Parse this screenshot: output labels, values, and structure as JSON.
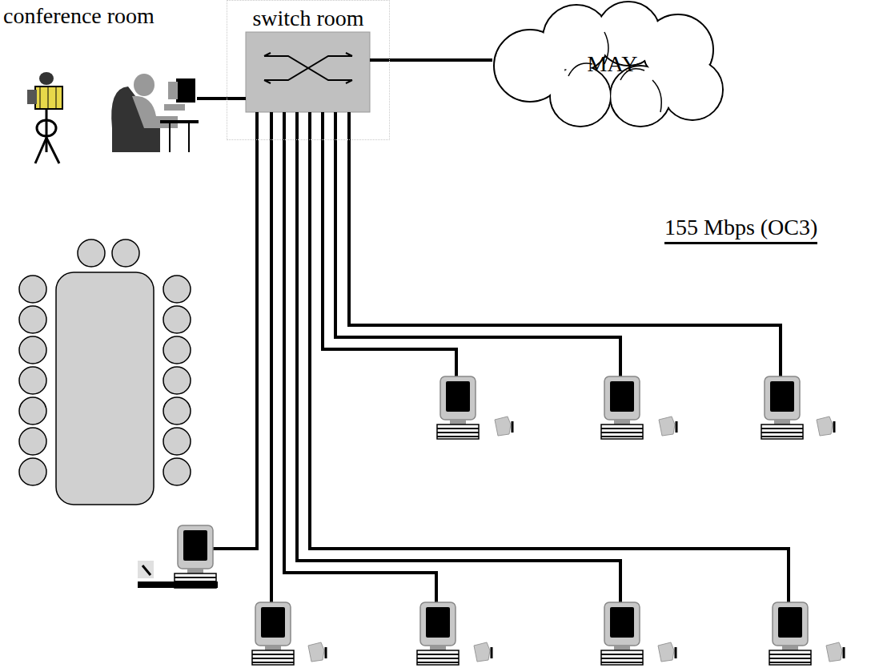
{
  "diagram": {
    "nodes": [
      {
        "text": [
          "switch room"
        ]
      },
      {
        "text": [
          "MAY"
        ]
      }
    ],
    "edges": [
      {
        "from": 0,
        "to": 1,
        "arrow": "none"
      }
    ],
    "labels": [
      "conference room"
    ],
    "legend": [
      {
        "text": "155 Mbps (OC3)"
      }
    ]
  }
}
